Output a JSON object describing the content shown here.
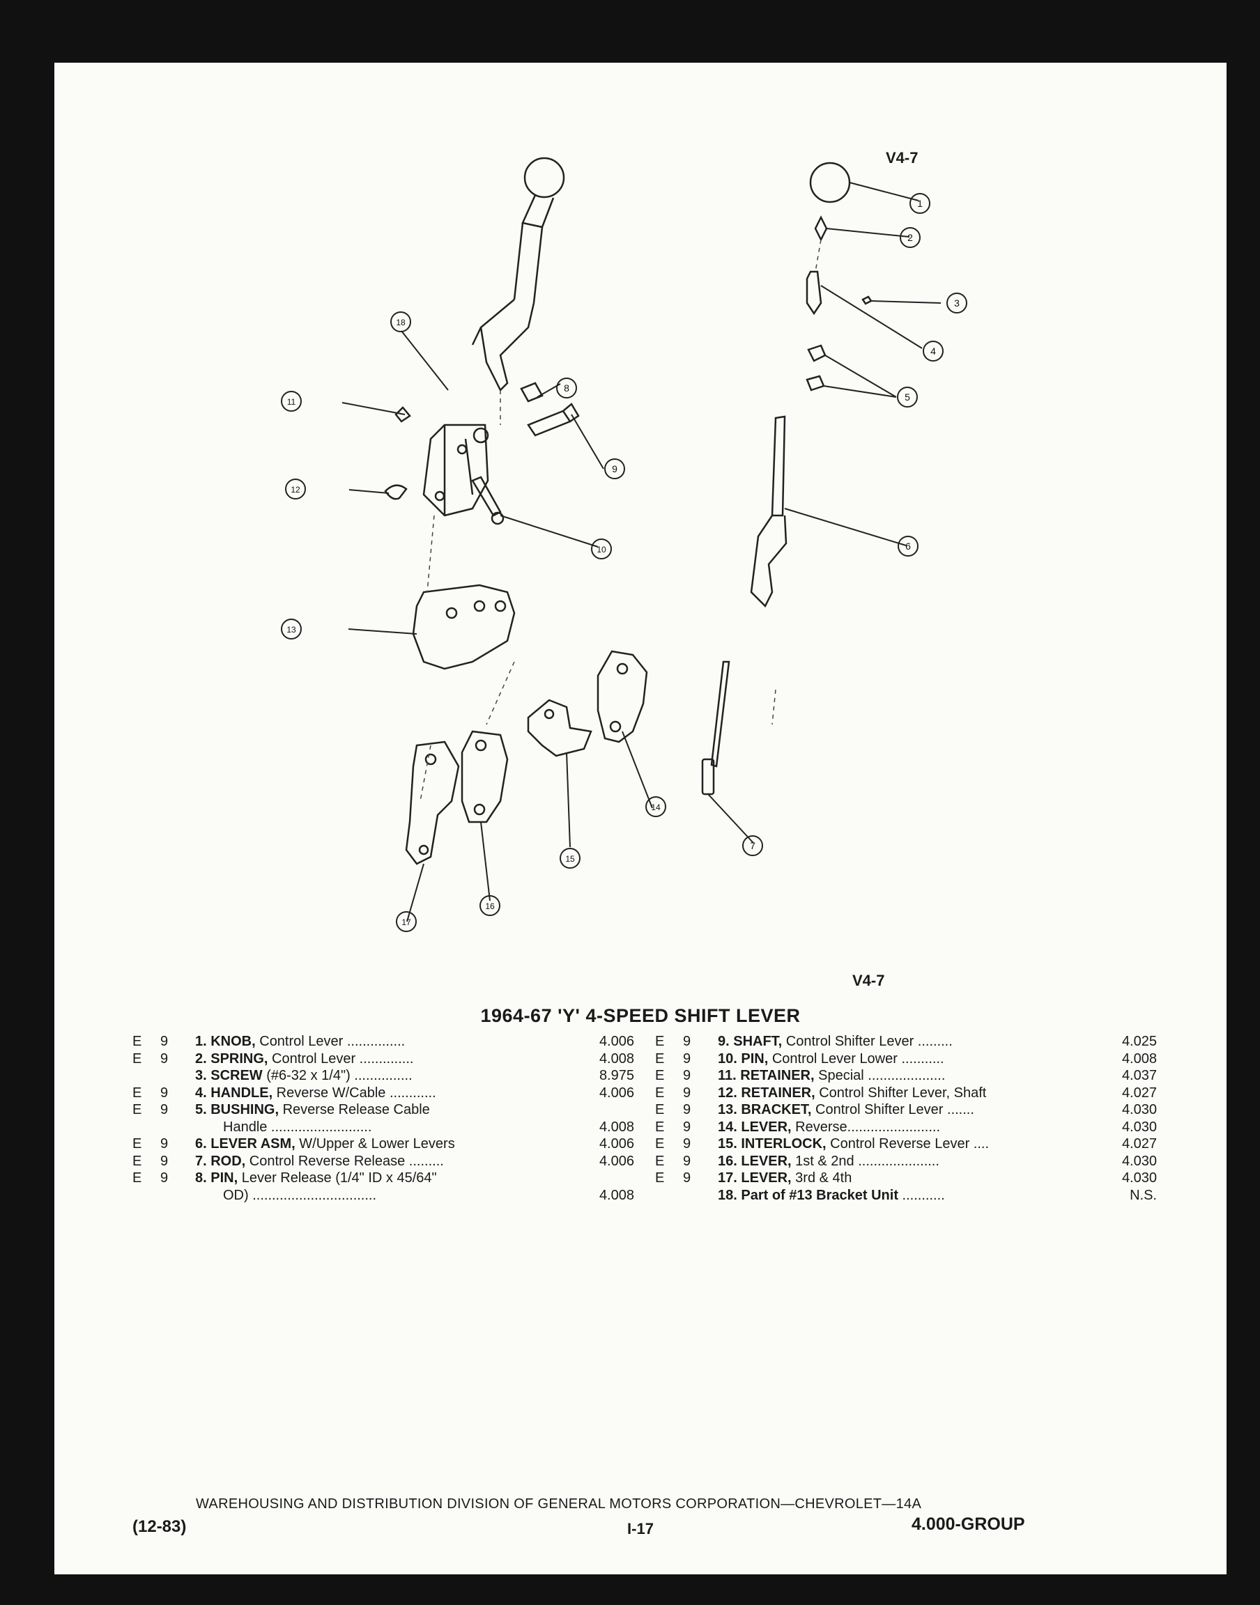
{
  "diagram_label_top": "V4-7",
  "diagram_label_bottom": "V4-7",
  "callouts": [
    "1",
    "2",
    "3",
    "4",
    "5",
    "6",
    "7",
    "8",
    "9",
    "10",
    "11",
    "12",
    "13",
    "14",
    "15",
    "16",
    "17",
    "18"
  ],
  "title": "1964-67 'Y' 4-SPEED SHIFT LEVER",
  "parts_left": [
    {
      "code": "E",
      "group": "9",
      "name": "1. KNOB,",
      "desc": " Control Lever ...............",
      "number": "4.006"
    },
    {
      "code": "E",
      "group": "9",
      "name": "2. SPRING,",
      "desc": " Control Lever ..............",
      "number": "4.008"
    },
    {
      "code": "",
      "group": "",
      "name": "3. SCREW",
      "desc": " (#6-32 x 1/4\") ...............",
      "number": "8.975"
    },
    {
      "code": "E",
      "group": "9",
      "name": "4. HANDLE,",
      "desc": " Reverse W/Cable ............",
      "number": "4.006"
    },
    {
      "code": "E",
      "group": "9",
      "name": "5. BUSHING,",
      "desc": " Reverse Release Cable",
      "number": ""
    },
    {
      "code": "",
      "group": "",
      "name": "",
      "desc": "Handle ..........................",
      "number": "4.008"
    },
    {
      "code": "E",
      "group": "9",
      "name": "6. LEVER ASM,",
      "desc": " W/Upper & Lower Levers",
      "number": "4.006"
    },
    {
      "code": "E",
      "group": "9",
      "name": "7. ROD,",
      "desc": " Control Reverse Release .........",
      "number": "4.006"
    },
    {
      "code": "E",
      "group": "9",
      "name": "8. PIN,",
      "desc": " Lever Release (1/4\" ID x 45/64\"",
      "number": ""
    },
    {
      "code": "",
      "group": "",
      "name": "",
      "desc": "OD) ................................",
      "number": "4.008"
    }
  ],
  "parts_right": [
    {
      "code": "E",
      "group": "9",
      "name": "9. SHAFT,",
      "desc": " Control Shifter Lever .........",
      "number": "4.025"
    },
    {
      "code": "E",
      "group": "9",
      "name": "10. PIN,",
      "desc": " Control Lever Lower ...........",
      "number": "4.008"
    },
    {
      "code": "E",
      "group": "9",
      "name": "11. RETAINER,",
      "desc": " Special ....................",
      "number": "4.037"
    },
    {
      "code": "E",
      "group": "9",
      "name": "12. RETAINER,",
      "desc": " Control Shifter Lever, Shaft",
      "number": "4.027"
    },
    {
      "code": "E",
      "group": "9",
      "name": "13. BRACKET,",
      "desc": " Control Shifter Lever .......",
      "number": "4.030"
    },
    {
      "code": "E",
      "group": "9",
      "name": "14. LEVER,",
      "desc": " Reverse........................",
      "number": "4.030"
    },
    {
      "code": "E",
      "group": "9",
      "name": "15. INTERLOCK,",
      "desc": " Control Reverse Lever ....",
      "number": "4.027"
    },
    {
      "code": "E",
      "group": "9",
      "name": "16. LEVER,",
      "desc": " 1st & 2nd .....................",
      "number": "4.030"
    },
    {
      "code": "E",
      "group": "9",
      "name": "17. LEVER,",
      "desc": " 3rd & 4th",
      "number": "4.030"
    },
    {
      "code": "",
      "group": "",
      "name": "18. Part of #13 Bracket Unit",
      "desc": " ...........",
      "number": "N.S."
    }
  ],
  "footer": {
    "division": "WAREHOUSING AND DISTRIBUTION DIVISION OF GENERAL MOTORS CORPORATION—CHEVROLET—14A",
    "date": "(12-83)",
    "page": "I-17",
    "group": "4.000-GROUP"
  }
}
